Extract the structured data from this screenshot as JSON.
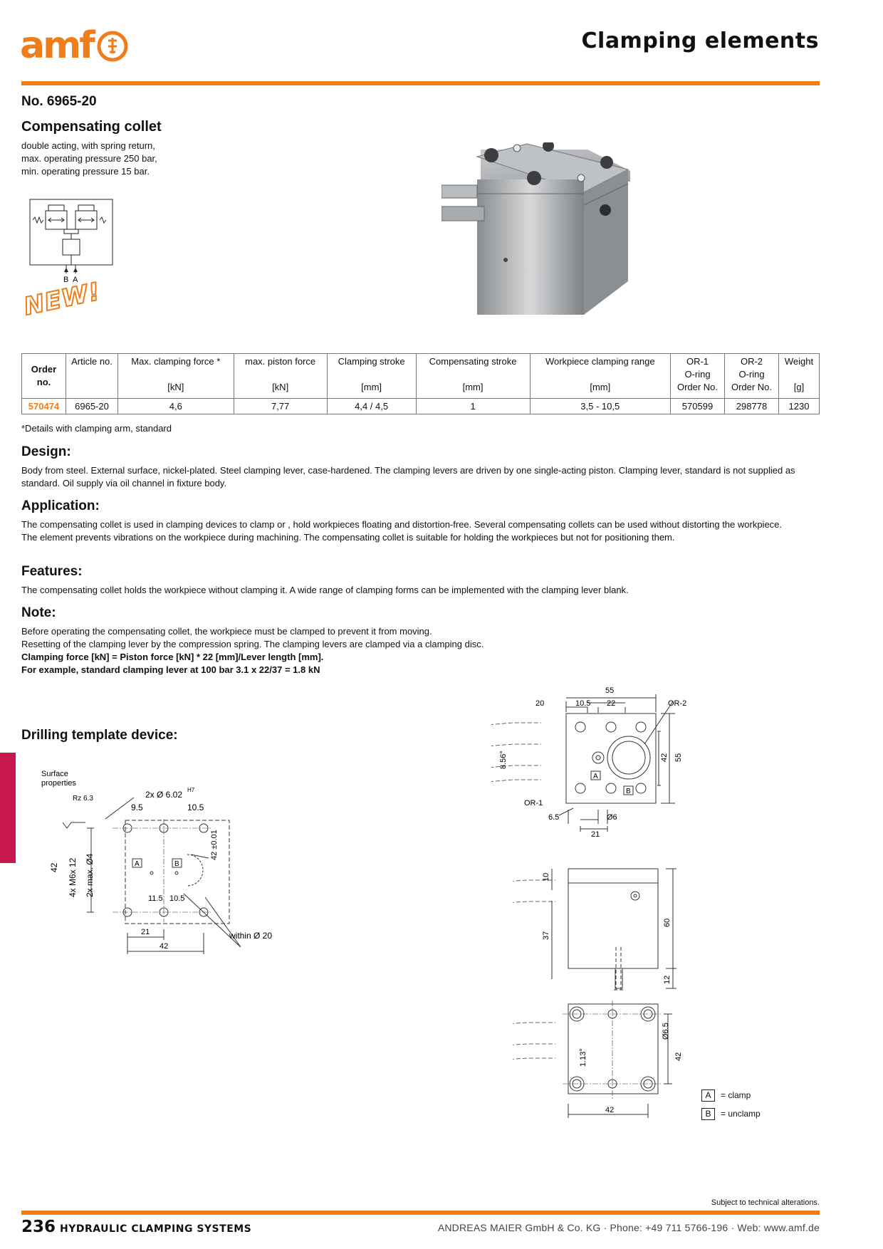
{
  "header": {
    "logo_text": "amf",
    "title": "Clamping elements"
  },
  "product": {
    "number": "No. 6965-20",
    "name": "Compensating collet",
    "intro_lines": [
      "double acting, with spring return,",
      "max. operating pressure 250 bar,",
      "min. operating pressure 15 bar."
    ],
    "badge": "NEW!"
  },
  "schematic": {
    "port_b": "B",
    "port_a": "A"
  },
  "table": {
    "headers": [
      [
        "Order",
        "no."
      ],
      [
        "Article no.",
        "",
        ""
      ],
      [
        "Max. clamping force *",
        "",
        "[kN]"
      ],
      [
        "max. piston force",
        "",
        "[kN]"
      ],
      [
        "Clamping stroke",
        "",
        "[mm]"
      ],
      [
        "Compensating stroke",
        "",
        "[mm]"
      ],
      [
        "Workpiece clamping range",
        "",
        "[mm]"
      ],
      [
        "OR-1",
        "O-ring",
        "Order No."
      ],
      [
        "OR-2",
        "O-ring",
        "Order No."
      ],
      [
        "Weight",
        "",
        "[g]"
      ]
    ],
    "row": [
      "570474",
      "6965-20",
      "4,6",
      "7,77",
      "4,4 / 4,5",
      "1",
      "3,5 - 10,5",
      "570599",
      "298778",
      "1230"
    ],
    "footnote": "*Details with clamping arm, standard"
  },
  "sections": {
    "design": {
      "title": "Design:",
      "text": "Body from steel. External surface, nickel-plated. Steel clamping lever, case-hardened. The clamping levers are driven by one single-acting piston. Clamping lever, standard is not supplied as standard. Oil supply via oil channel in fixture body."
    },
    "application": {
      "title": "Application:",
      "text1": "The compensating collet is used in clamping devices to clamp or , hold workpieces floating and distortion-free. Several compensating collets can be used without distorting the workpiece.",
      "text2": "The element prevents vibrations on the workpiece during machining. The compensating collet is suitable for holding the workpieces but not for positioning them."
    },
    "features": {
      "title": "Features:",
      "text": "The compensating collet holds the workpiece without clamping it. A wide range of clamping forms can be implemented with the clamping lever blank."
    },
    "note": {
      "title": "Note:",
      "line1": "Before operating the compensating collet, the workpiece must be clamped to prevent it from moving.",
      "line2": "Resetting of the clamping lever by the compression spring. The clamping levers are clamped via a clamping disc.",
      "line3": "Clamping force [kN] = Piston force [kN] * 22 [mm]/Lever length [mm].",
      "line4": "For example, standard clamping lever at 100 bar 3.1 x 22/37 = 1.8 kN"
    },
    "drilling": {
      "title": "Drilling template device:"
    }
  },
  "drill_template": {
    "surface_label": "Surface",
    "properties_label": "properties",
    "rz": "Rz 6.3",
    "holes_label": "2x Ø 6.02",
    "h7": "H7",
    "d95": "9.5",
    "d105": "10.5",
    "d42v": "42",
    "thread": "4x M6x 12",
    "maxd": "2x max. Ø4",
    "tol": "42 ±0.01",
    "d115": "11.5",
    "d105b": "10.5",
    "d21": "21",
    "d42h": "42",
    "within": "within Ø 20",
    "a": "A",
    "b": "B"
  },
  "top_view": {
    "d55": "55",
    "d20": "20",
    "d105": "10.5",
    "d22": "22",
    "or2": "OR-2",
    "or1": "OR-1",
    "angle": "8.56°",
    "d42": "42",
    "d55v": "55",
    "d65": "6.5",
    "d6": "Ø6",
    "d21": "21",
    "a": "A",
    "b": "B"
  },
  "side_view": {
    "d10": "10",
    "d37": "37",
    "d60": "60",
    "d12": "12"
  },
  "bottom_view": {
    "angle": "1.13°",
    "d65": "Ø6.5",
    "d42v": "42",
    "d42h": "42"
  },
  "legend": {
    "a": "A",
    "a_text": "= clamp",
    "b": "B",
    "b_text": "= unclamp"
  },
  "footer": {
    "subject": "Subject to technical alterations.",
    "page": "236",
    "system": "HYDRAULIC CLAMPING SYSTEMS",
    "company": "ANDREAS MAIER GmbH & Co. KG · Phone: +49 711 5766-196 · Web: www.amf.de"
  },
  "colors": {
    "brand_orange": "#ef7d1a",
    "side_tab": "#c8164f"
  }
}
